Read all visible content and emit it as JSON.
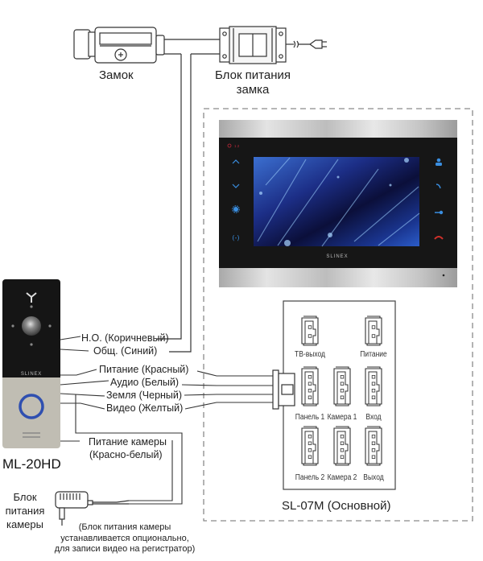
{
  "lock": {
    "label": "Замок"
  },
  "lock_power_supply": {
    "label_line1": "Блок питания",
    "label_line2": "замка"
  },
  "monitor": {
    "brand": "SLINEX",
    "model_label": "SL-07M (Основной)",
    "indicator_text": "1  2",
    "left_buttons": [
      "chevron-up",
      "chevron-down",
      "gear",
      "intercom"
    ],
    "right_buttons": [
      "user",
      "call-answer",
      "key",
      "call-end"
    ],
    "accent_color": "#3a8ee0",
    "hangup_color": "#d0302a"
  },
  "connectors": [
    {
      "label": "ТВ-выход",
      "pins": 2
    },
    {
      "label": "Питание",
      "pins": 2
    },
    {
      "label": "Панель 1",
      "pins": 4
    },
    {
      "label": "Камера 1",
      "pins": 4
    },
    {
      "label": "Вход",
      "pins": 4
    },
    {
      "label": "Панель 2",
      "pins": 4
    },
    {
      "label": "Камера 2",
      "pins": 4
    },
    {
      "label": "Выход",
      "pins": 4
    }
  ],
  "doorbell_panel": {
    "brand": "SLINEX",
    "model": "ML-20HD",
    "ring_color": "#2f4fb0"
  },
  "wires": [
    {
      "label": "Н.О. (Коричневый)"
    },
    {
      "label": "Общ. (Синий)"
    },
    {
      "label": "Питание (Красный)"
    },
    {
      "label": "Аудио (Белый)"
    },
    {
      "label": "Земля (Черный)"
    },
    {
      "label": "Видео (Желтый)"
    },
    {
      "label": "Питание камеры"
    },
    {
      "label": "(Красно-белый)"
    }
  ],
  "camera_power_supply": {
    "label_line1": "Блок",
    "label_line2": "питания",
    "label_line3": "камеры",
    "note_line1": "(Блок питания камеры",
    "note_line2": "устанавливается опционально,",
    "note_line3": "для записи видео на регистратор)"
  }
}
